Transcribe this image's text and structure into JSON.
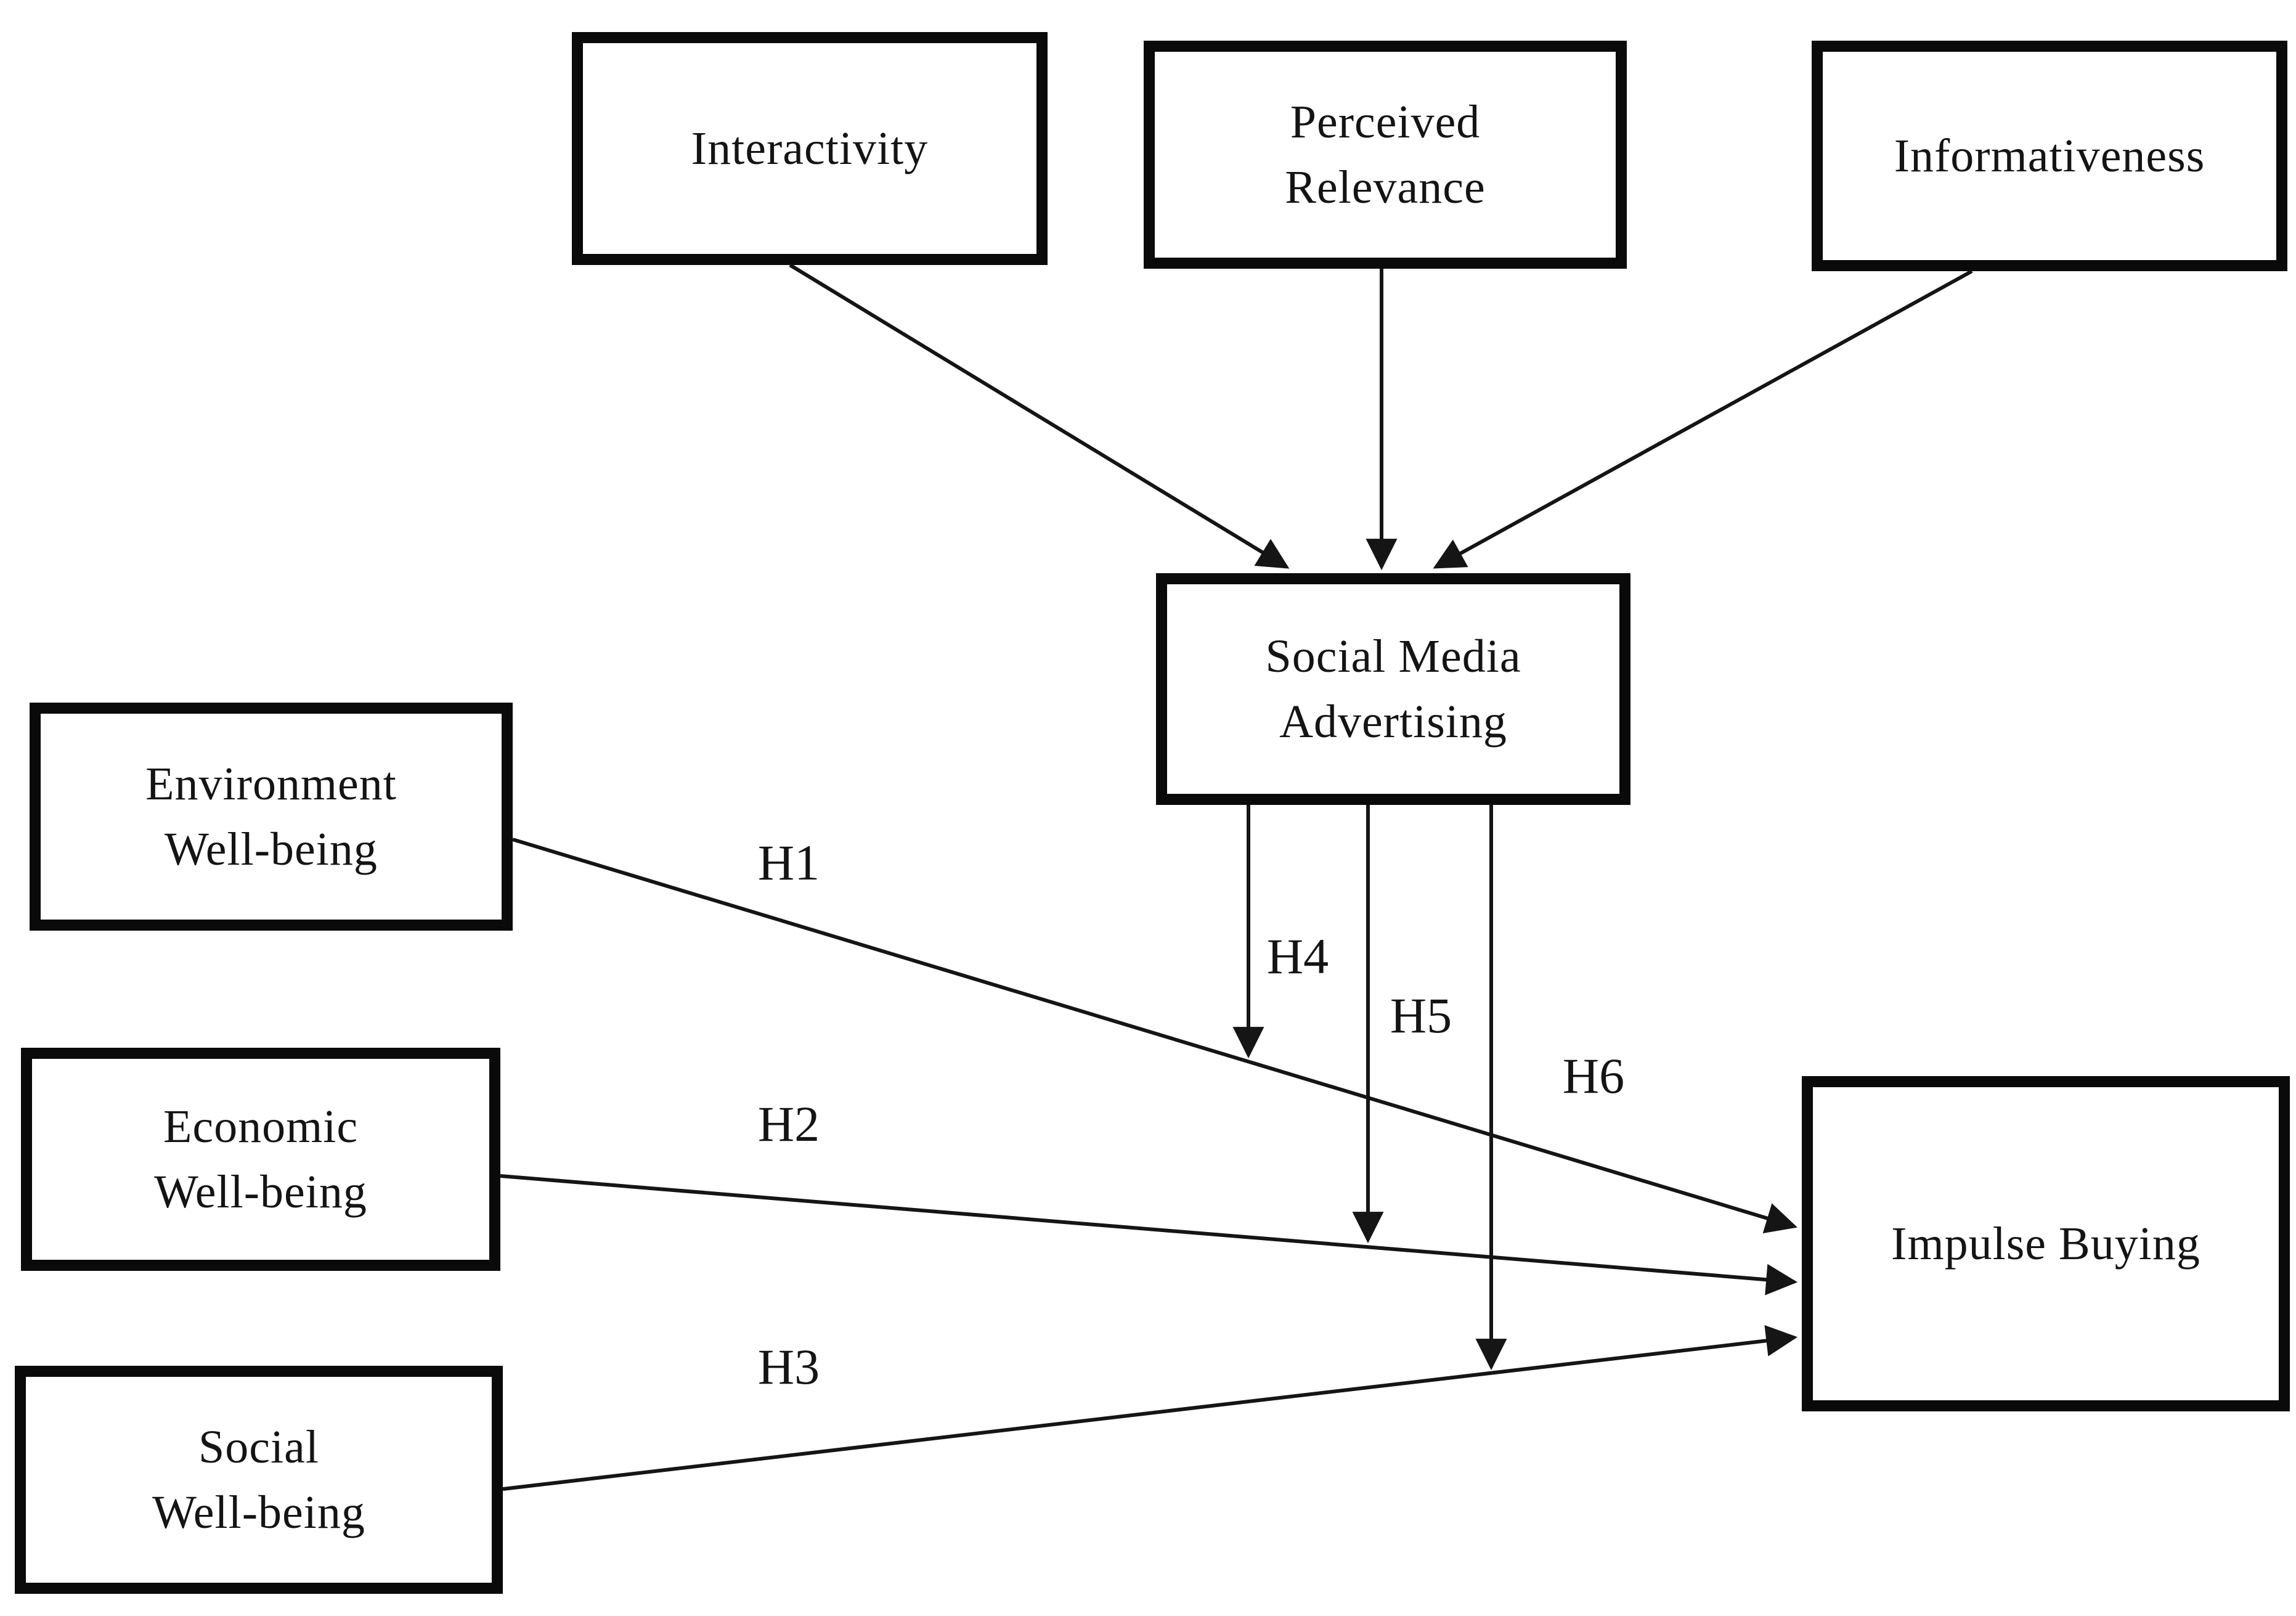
{
  "figure": {
    "background": "#ffffff",
    "line_color": "#151515",
    "box_border_color": "#0a0a0a",
    "text_color": "#141414",
    "nodes": {
      "interactivity": {
        "lines": [
          "Interactivity"
        ]
      },
      "perceived_relevance": {
        "lines": [
          "Perceived",
          "Relevance"
        ]
      },
      "informativeness": {
        "lines": [
          "Informativeness"
        ]
      },
      "social_media_advertising": {
        "lines": [
          "Social Media",
          "Advertising"
        ]
      },
      "environment_wellbeing": {
        "lines": [
          "Environment",
          "Well-being"
        ]
      },
      "economic_wellbeing": {
        "lines": [
          "Economic",
          "Well-being"
        ]
      },
      "social_wellbeing": {
        "lines": [
          "Social",
          "Well-being"
        ]
      },
      "impulse_buying": {
        "lines": [
          "Impulse Buying"
        ]
      }
    },
    "edge_labels": {
      "h1": "H1",
      "h2": "H2",
      "h3": "H3",
      "h4": "H4",
      "h5": "H5",
      "h6": "H6"
    },
    "edges": [
      {
        "from": "Interactivity",
        "to": "Social Media Advertising",
        "label": ""
      },
      {
        "from": "Perceived Relevance",
        "to": "Social Media Advertising",
        "label": ""
      },
      {
        "from": "Informativeness",
        "to": "Social Media Advertising",
        "label": ""
      },
      {
        "from": "Environment Well-being",
        "to": "Impulse Buying",
        "label": "H1"
      },
      {
        "from": "Economic Well-being",
        "to": "Impulse Buying",
        "label": "H2"
      },
      {
        "from": "Social Well-being",
        "to": "Impulse Buying",
        "label": "H3"
      },
      {
        "from": "Social Media Advertising",
        "to": "h1-arrow",
        "label": "H4"
      },
      {
        "from": "Social Media Advertising",
        "to": "h2-arrow",
        "label": "H5"
      },
      {
        "from": "Social Media Advertising",
        "to": "h3-arrow",
        "label": "H6"
      }
    ]
  }
}
